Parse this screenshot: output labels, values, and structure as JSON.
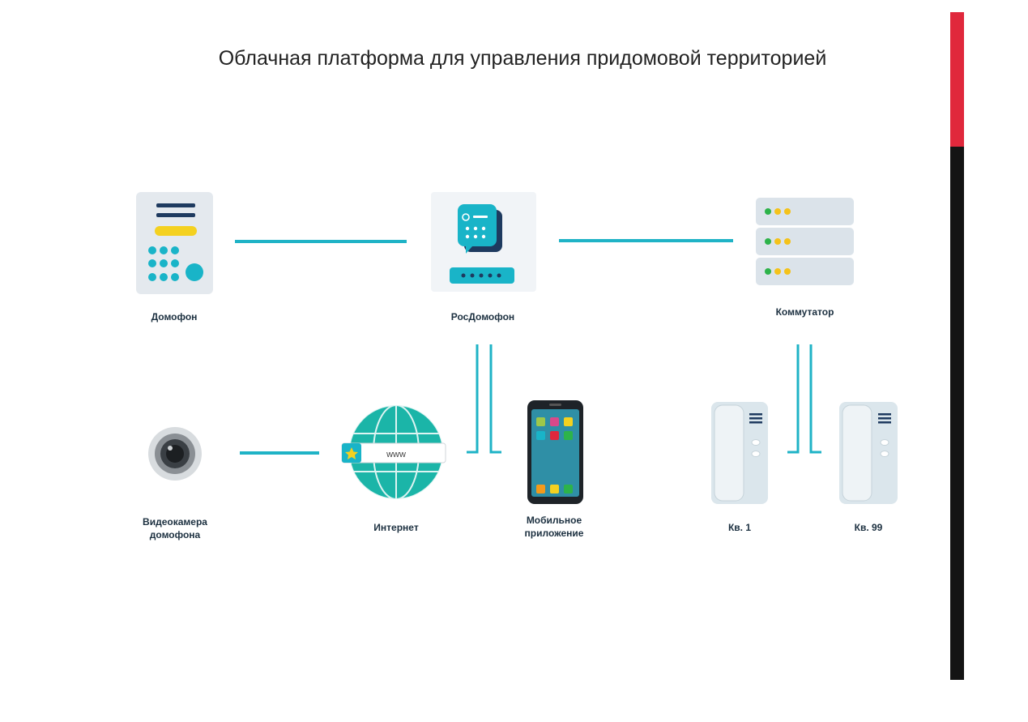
{
  "title": "Облачная платформа для управления придомовой территорией",
  "nodes": {
    "intercom": {
      "label": "Домофон",
      "icon": "intercom-panel-icon"
    },
    "rosdomofon": {
      "label": "РосДомофон",
      "icon": "rosdomofon-device-icon"
    },
    "switch": {
      "label": "Коммутатор",
      "icon": "server-rack-icon"
    },
    "camera": {
      "label_line1": "Видеокамера",
      "label_line2": "домофона",
      "icon": "camera-lens-icon"
    },
    "internet": {
      "label": "Интернет",
      "icon": "globe-icon",
      "url_text": "www"
    },
    "mobile": {
      "label_line1": "Мобильное",
      "label_line2": "приложение",
      "icon": "smartphone-icon"
    },
    "apt1": {
      "label": "Кв. 1",
      "icon": "handset-icon"
    },
    "apt99": {
      "label": "Кв. 99",
      "icon": "handset-icon"
    }
  },
  "colors": {
    "connector": "#1fb3c6",
    "accent_teal": "#19b4c8",
    "accent_yellow": "#f4d120",
    "navy": "#1e3a5f",
    "side_red": "#e0283c",
    "side_black": "#141414"
  }
}
